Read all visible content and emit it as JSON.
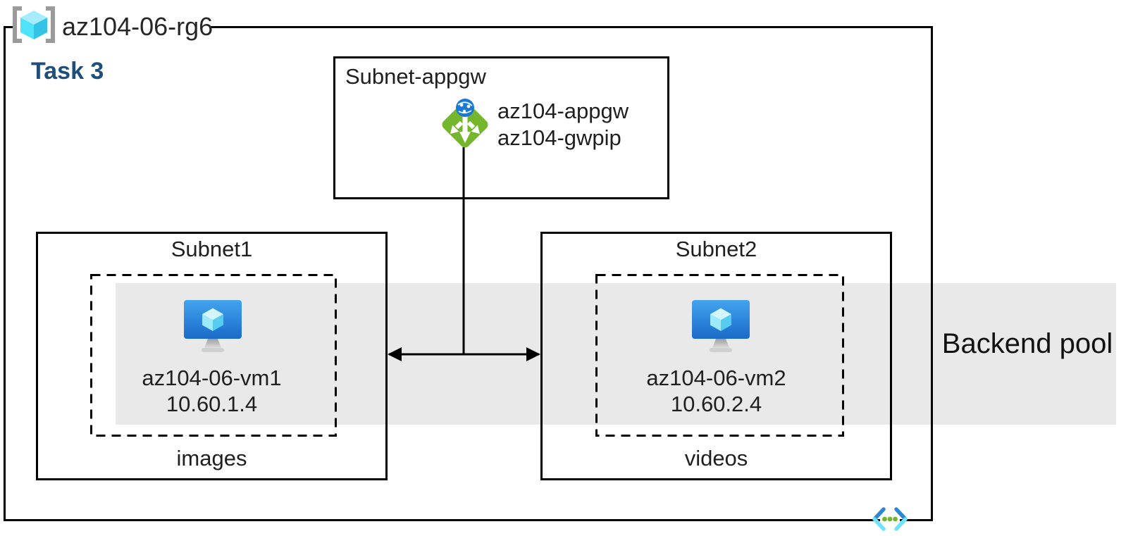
{
  "resource_group": {
    "label": "az104-06-rg6",
    "icon": "resource-group-icon"
  },
  "task_label": "Task 3",
  "appgw_subnet": {
    "title": "Subnet-appgw",
    "icon": "application-gateway-icon",
    "gateway_name": "az104-appgw",
    "gateway_public_ip": "az104-gwpip"
  },
  "subnet1": {
    "title": "Subnet1",
    "icon": "virtual-machine-icon",
    "vm_name": "az104-06-vm1",
    "vm_ip": "10.60.1.4",
    "label": "images"
  },
  "subnet2": {
    "title": "Subnet2",
    "icon": "virtual-machine-icon",
    "vm_name": "az104-06-vm2",
    "vm_ip": "10.60.2.4",
    "label": "videos"
  },
  "backend_pool": {
    "label": "Backend pool"
  },
  "footer_icon": "virtual-network-icon",
  "colors": {
    "line": "#000000",
    "backend_pool_band": "#E9E9E9",
    "task_label_blue": "#1F4E79",
    "appgw_green": "#74B62C",
    "globe_blue": "#1B79D6",
    "vm_monitor_blue_top": "#42A4EF",
    "vm_monitor_blue_bottom": "#1B6AC8",
    "cube_cyan_light": "#A7ECFB",
    "cube_cyan": "#50E6FF",
    "cube_cyan_dark": "#33C3E6",
    "bracket_gray": "#9B9B9B",
    "vnet_chevron_blue": "#2D87D3",
    "vnet_chevron_cyan": "#6FE3FB",
    "vnet_dot_green": "#72B42C"
  }
}
